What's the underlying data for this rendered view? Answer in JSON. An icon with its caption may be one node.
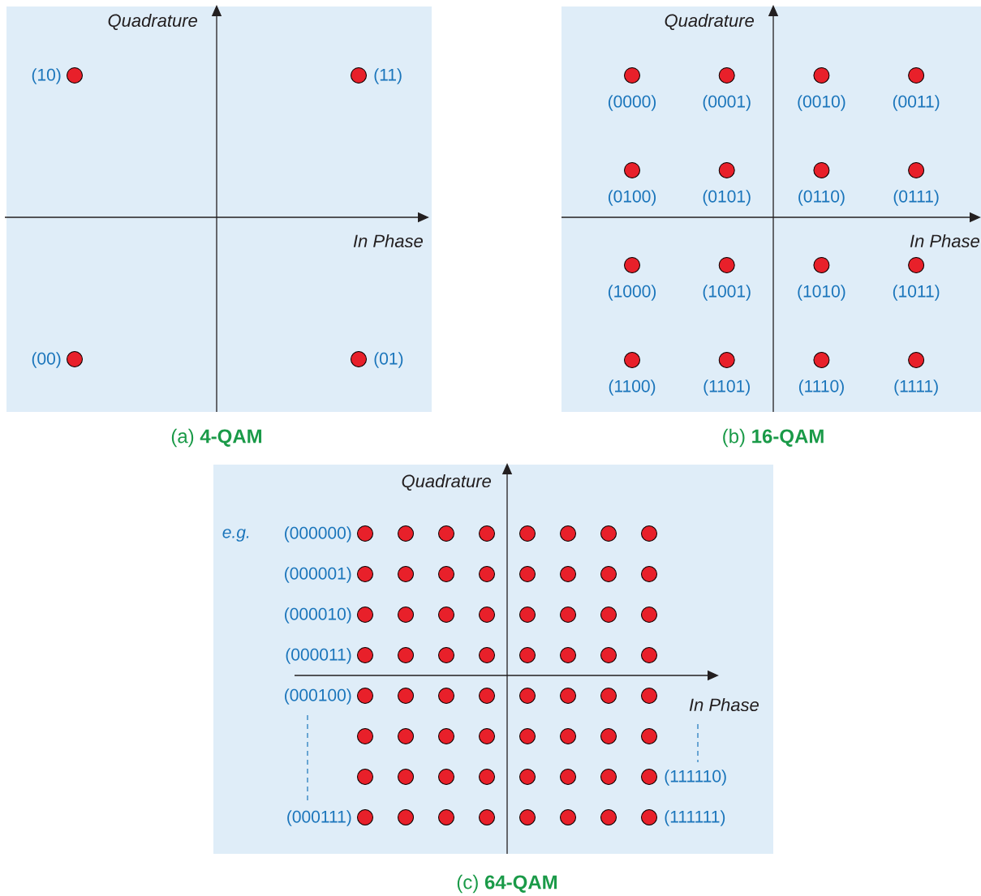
{
  "diagram": {
    "nodes": [
      {
        "text": [
          "Quadrature",
          "In Phase",
          "(a) **4-QAM**"
        ]
      },
      {
        "text": [],
        "shape": "circle",
        "in": 0,
        "beside": [
          "(10)"
        ]
      },
      {
        "text": [],
        "shape": "circle",
        "in": 0,
        "beside": [
          "(11)"
        ]
      },
      {
        "text": [],
        "shape": "circle",
        "in": 0,
        "beside": [
          "(00)"
        ]
      },
      {
        "text": [],
        "shape": "circle",
        "in": 0,
        "beside": [
          "(01)"
        ]
      },
      {
        "text": [
          "Quadrature",
          "In Phase",
          "(b) **16-QAM**"
        ]
      },
      {
        "text": [],
        "shape": "circle",
        "in": 5,
        "beside": [
          "(0000)"
        ]
      },
      {
        "text": [],
        "shape": "circle",
        "in": 5,
        "beside": [
          "(0001)"
        ]
      },
      {
        "text": [],
        "shape": "circle",
        "in": 5,
        "beside": [
          "(0010)"
        ]
      },
      {
        "text": [],
        "shape": "circle",
        "in": 5,
        "beside": [
          "(0011)"
        ]
      },
      {
        "text": [],
        "shape": "circle",
        "in": 5,
        "beside": [
          "(0100)"
        ]
      },
      {
        "text": [],
        "shape": "circle",
        "in": 5,
        "beside": [
          "(0101)"
        ]
      },
      {
        "text": [],
        "shape": "circle",
        "in": 5,
        "beside": [
          "(0110)"
        ]
      },
      {
        "text": [],
        "shape": "circle",
        "in": 5,
        "beside": [
          "(0111)"
        ]
      },
      {
        "text": [],
        "shape": "circle",
        "in": 5,
        "beside": [
          "(1000)"
        ]
      },
      {
        "text": [],
        "shape": "circle",
        "in": 5,
        "beside": [
          "(1001)"
        ]
      },
      {
        "text": [],
        "shape": "circle",
        "in": 5,
        "beside": [
          "(1010)"
        ]
      },
      {
        "text": [],
        "shape": "circle",
        "in": 5,
        "beside": [
          "(1011)"
        ]
      },
      {
        "text": [],
        "shape": "circle",
        "in": 5,
        "beside": [
          "(1100)"
        ]
      },
      {
        "text": [],
        "shape": "circle",
        "in": 5,
        "beside": [
          "(1101)"
        ]
      },
      {
        "text": [],
        "shape": "circle",
        "in": 5,
        "beside": [
          "(1110)"
        ]
      },
      {
        "text": [],
        "shape": "circle",
        "in": 5,
        "beside": [
          "(1111)"
        ]
      },
      {
        "text": [
          "Quadrature",
          "In Phase",
          "(c) **64-QAM**"
        ]
      },
      {
        "text": [],
        "shape": "circle",
        "in": 22,
        "beside": [
          "(000000)"
        ]
      },
      {
        "text": [],
        "shape": "circle",
        "in": 22
      },
      {
        "text": [],
        "shape": "circle",
        "in": 22
      },
      {
        "text": [],
        "shape": "circle",
        "in": 22
      },
      {
        "text": [],
        "shape": "circle",
        "in": 22
      },
      {
        "text": [],
        "shape": "circle",
        "in": 22
      },
      {
        "text": [],
        "shape": "circle",
        "in": 22
      },
      {
        "text": [],
        "shape": "circle",
        "in": 22
      },
      {
        "text": [],
        "shape": "circle",
        "in": 22,
        "beside": [
          "(000001)"
        ]
      },
      {
        "text": [],
        "shape": "circle",
        "in": 22
      },
      {
        "text": [],
        "shape": "circle",
        "in": 22
      },
      {
        "text": [],
        "shape": "circle",
        "in": 22
      },
      {
        "text": [],
        "shape": "circle",
        "in": 22
      },
      {
        "text": [],
        "shape": "circle",
        "in": 22
      },
      {
        "text": [],
        "shape": "circle",
        "in": 22
      },
      {
        "text": [],
        "shape": "circle",
        "in": 22
      },
      {
        "text": [],
        "shape": "circle",
        "in": 22,
        "beside": [
          "(000010)"
        ]
      },
      {
        "text": [],
        "shape": "circle",
        "in": 22
      },
      {
        "text": [],
        "shape": "circle",
        "in": 22
      },
      {
        "text": [],
        "shape": "circle",
        "in": 22
      },
      {
        "text": [],
        "shape": "circle",
        "in": 22
      },
      {
        "text": [],
        "shape": "circle",
        "in": 22
      },
      {
        "text": [],
        "shape": "circle",
        "in": 22
      },
      {
        "text": [],
        "shape": "circle",
        "in": 22
      },
      {
        "text": [],
        "shape": "circle",
        "in": 22,
        "beside": [
          "(000011)"
        ]
      },
      {
        "text": [],
        "shape": "circle",
        "in": 22
      },
      {
        "text": [],
        "shape": "circle",
        "in": 22
      },
      {
        "text": [],
        "shape": "circle",
        "in": 22
      },
      {
        "text": [],
        "shape": "circle",
        "in": 22
      },
      {
        "text": [],
        "shape": "circle",
        "in": 22
      },
      {
        "text": [],
        "shape": "circle",
        "in": 22
      },
      {
        "text": [],
        "shape": "circle",
        "in": 22
      },
      {
        "text": [],
        "shape": "circle",
        "in": 22,
        "beside": [
          "(000100)"
        ]
      },
      {
        "text": [],
        "shape": "circle",
        "in": 22
      },
      {
        "text": [],
        "shape": "circle",
        "in": 22
      },
      {
        "text": [],
        "shape": "circle",
        "in": 22
      },
      {
        "text": [],
        "shape": "circle",
        "in": 22
      },
      {
        "text": [],
        "shape": "circle",
        "in": 22
      },
      {
        "text": [],
        "shape": "circle",
        "in": 22
      },
      {
        "text": [],
        "shape": "circle",
        "in": 22
      },
      {
        "text": [],
        "shape": "circle",
        "in": 22
      },
      {
        "text": [],
        "shape": "circle",
        "in": 22
      },
      {
        "text": [],
        "shape": "circle",
        "in": 22
      },
      {
        "text": [],
        "shape": "circle",
        "in": 22
      },
      {
        "text": [],
        "shape": "circle",
        "in": 22
      },
      {
        "text": [],
        "shape": "circle",
        "in": 22
      },
      {
        "text": [],
        "shape": "circle",
        "in": 22
      },
      {
        "text": [],
        "shape": "circle",
        "in": 22
      },
      {
        "text": [],
        "shape": "circle",
        "in": 22
      },
      {
        "text": [],
        "shape": "circle",
        "in": 22
      },
      {
        "text": [],
        "shape": "circle",
        "in": 22
      },
      {
        "text": [],
        "shape": "circle",
        "in": 22
      },
      {
        "text": [],
        "shape": "circle",
        "in": 22
      },
      {
        "text": [],
        "shape": "circle",
        "in": 22
      },
      {
        "text": [],
        "shape": "circle",
        "in": 22
      },
      {
        "text": [],
        "shape": "circle",
        "in": 22,
        "beside": [
          "(111110)"
        ]
      },
      {
        "text": [],
        "shape": "circle",
        "in": 22,
        "beside": [
          "(000111)"
        ]
      },
      {
        "text": [],
        "shape": "circle",
        "in": 22
      },
      {
        "text": [],
        "shape": "circle",
        "in": 22
      },
      {
        "text": [],
        "shape": "circle",
        "in": 22
      },
      {
        "text": [],
        "shape": "circle",
        "in": 22
      },
      {
        "text": [],
        "shape": "circle",
        "in": 22
      },
      {
        "text": [],
        "shape": "circle",
        "in": 22
      },
      {
        "text": [],
        "shape": "circle",
        "in": 22,
        "beside": [
          "(111111)"
        ]
      }
    ],
    "labels": [
      "e.g."
    ]
  }
}
